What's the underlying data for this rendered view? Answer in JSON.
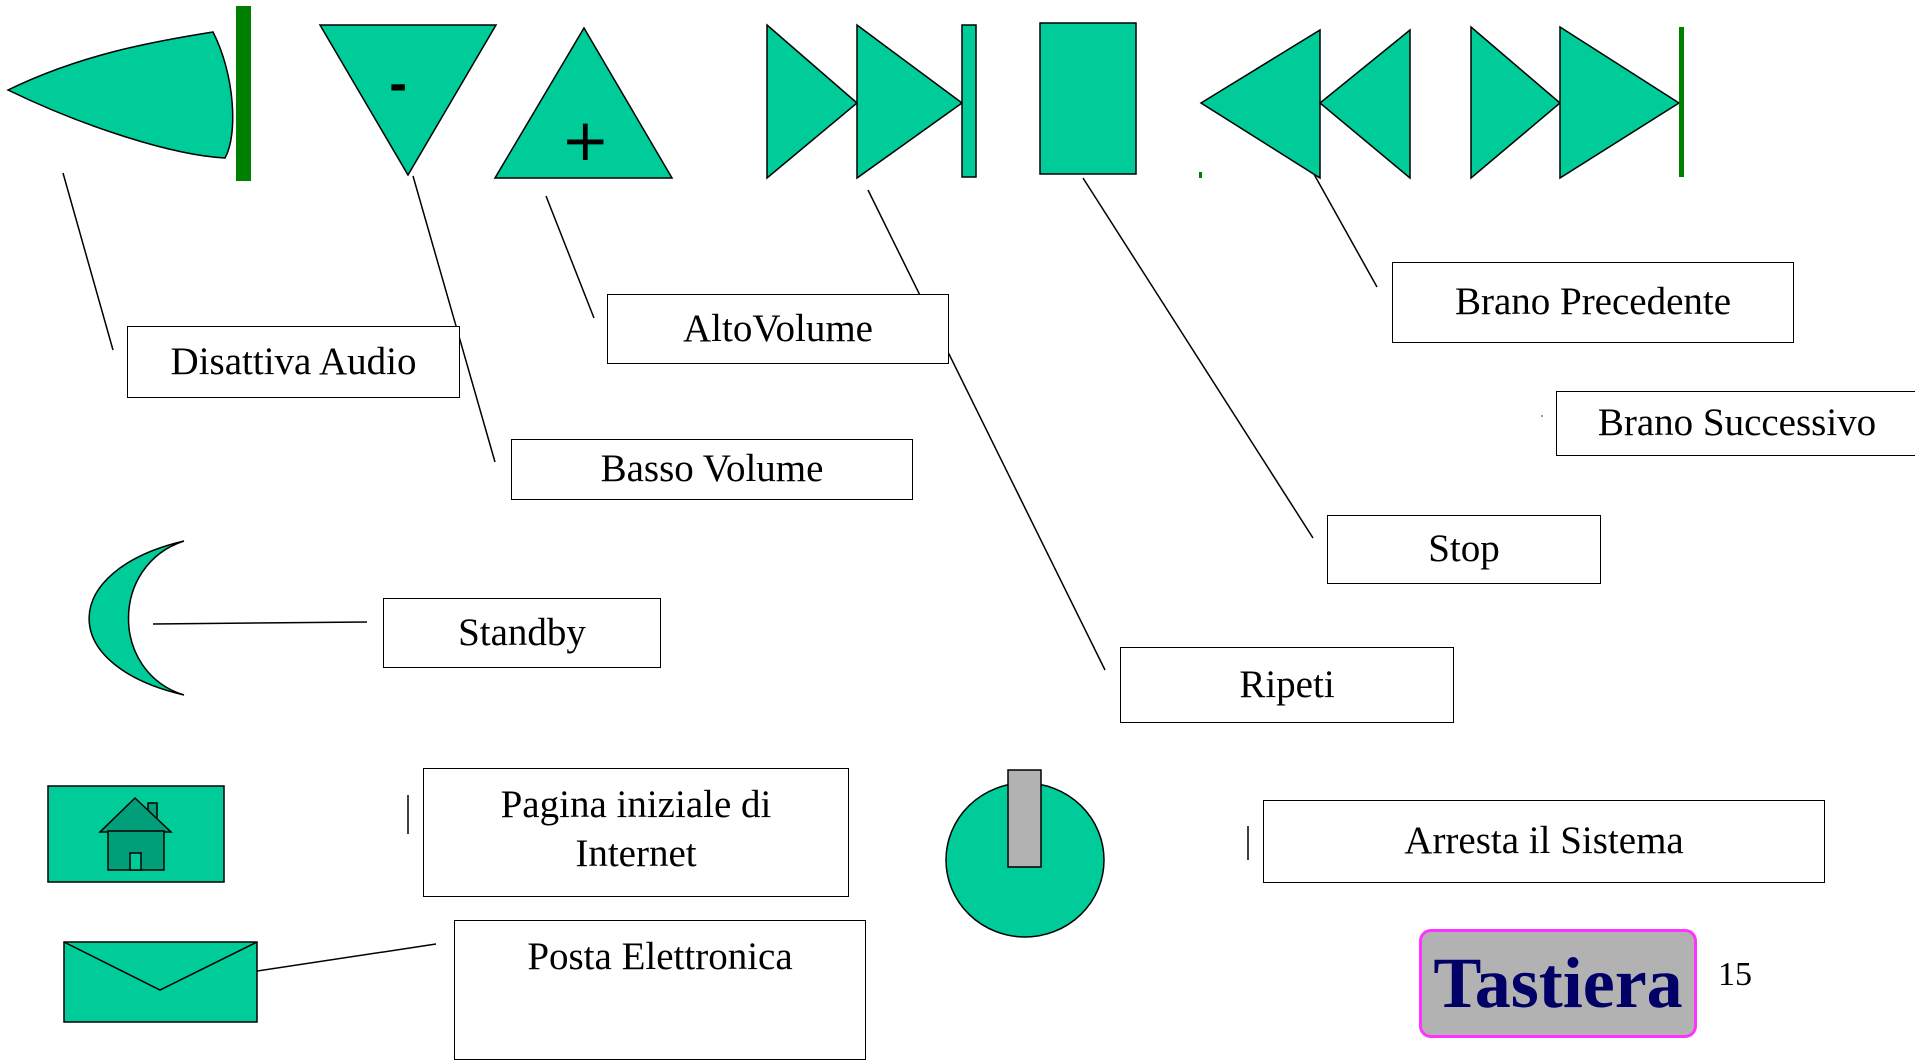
{
  "labels": {
    "mute": "Disattiva Audio",
    "volume_up": "AltoVolume",
    "volume_down": "Basso Volume",
    "previous_track": "Brano Precedente",
    "next_track": "Brano Successivo",
    "stop": "Stop",
    "repeat": "Ripeti",
    "standby": "Standby",
    "home_line1": "Pagina iniziale di",
    "home_line2": "Internet",
    "shutdown": "Arresta il Sistema",
    "email": "Posta Elettronica"
  },
  "icon_glyphs": {
    "volume_down": "-",
    "volume_up": "+"
  },
  "title": "Tastiera",
  "page_number": "15",
  "colors": {
    "icon_fill": "#00cc99",
    "accent_bar": "#008000",
    "knob": "#b2b2b2",
    "title_text": "#000066",
    "title_border": "#ff33ff"
  }
}
